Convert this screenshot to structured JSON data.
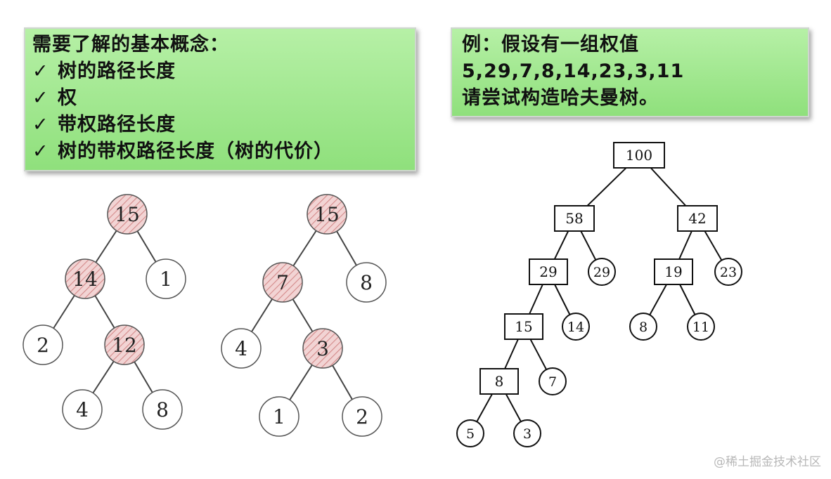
{
  "concepts": {
    "heading": "需要了解的基本概念：",
    "check_mark": "✓",
    "items": [
      "树的路径长度",
      "权",
      "带权路径长度",
      "树的带权路径长度（树的代价）"
    ]
  },
  "example": {
    "lines": [
      "例：假设有一组权值",
      "5,29,7,8,14,23,3,11",
      "请尝试构造哈夫曼树。"
    ]
  },
  "tree_left": {
    "nodes": [
      {
        "id": "a",
        "label": "15",
        "highlight": true
      },
      {
        "id": "b",
        "label": "14",
        "highlight": true
      },
      {
        "id": "c",
        "label": "1",
        "highlight": false
      },
      {
        "id": "d",
        "label": "2",
        "highlight": false
      },
      {
        "id": "e",
        "label": "12",
        "highlight": true
      },
      {
        "id": "f",
        "label": "4",
        "highlight": false
      },
      {
        "id": "g",
        "label": "8",
        "highlight": false
      }
    ]
  },
  "tree_middle": {
    "nodes": [
      {
        "id": "a",
        "label": "15",
        "highlight": true
      },
      {
        "id": "b",
        "label": "7",
        "highlight": true
      },
      {
        "id": "c",
        "label": "8",
        "highlight": false
      },
      {
        "id": "d",
        "label": "4",
        "highlight": false
      },
      {
        "id": "e",
        "label": "3",
        "highlight": true
      },
      {
        "id": "f",
        "label": "1",
        "highlight": false
      },
      {
        "id": "g",
        "label": "2",
        "highlight": false
      }
    ]
  },
  "huffman_tree": {
    "internal_nodes": [
      "100",
      "58",
      "42",
      "29",
      "19",
      "15",
      "8"
    ],
    "leaf_nodes": [
      "29",
      "23",
      "14",
      "8",
      "11",
      "7",
      "5",
      "3"
    ]
  },
  "watermark": "@稀土掘金技术社区",
  "colors": {
    "box_green": "#9be589",
    "highlight_fill": "#f2d4d4",
    "highlight_hatch": "#d48a8a"
  }
}
